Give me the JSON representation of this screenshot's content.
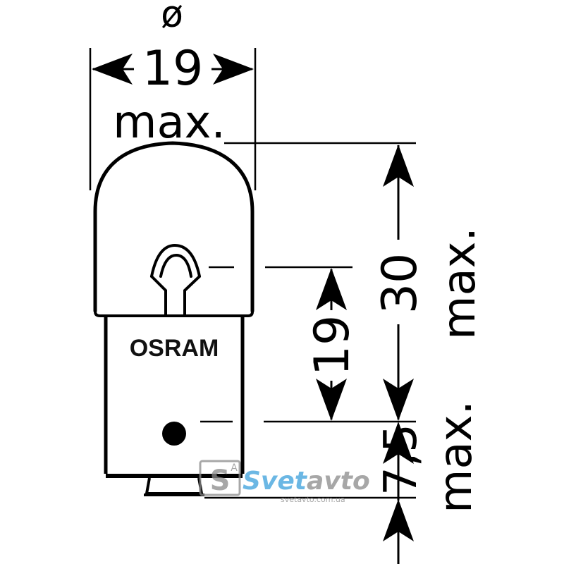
{
  "diagram": {
    "width_label": {
      "symbol": "ø",
      "value": "19",
      "qualifier": "max."
    },
    "total_length_label": {
      "value": "30",
      "qualifier": "max."
    },
    "filament_height_label": {
      "value": "19"
    },
    "base_label": {
      "value": "7,5",
      "qualifier": "max."
    },
    "brand": "OSRAM"
  },
  "watermark": {
    "prefix": "S",
    "superscript": "A",
    "name_accent": "Svet",
    "name_rest": "avto",
    "url": "svetavto.com.ua",
    "colors": {
      "accent": "#3aa0dc",
      "grey": "#8a8a8a"
    }
  }
}
